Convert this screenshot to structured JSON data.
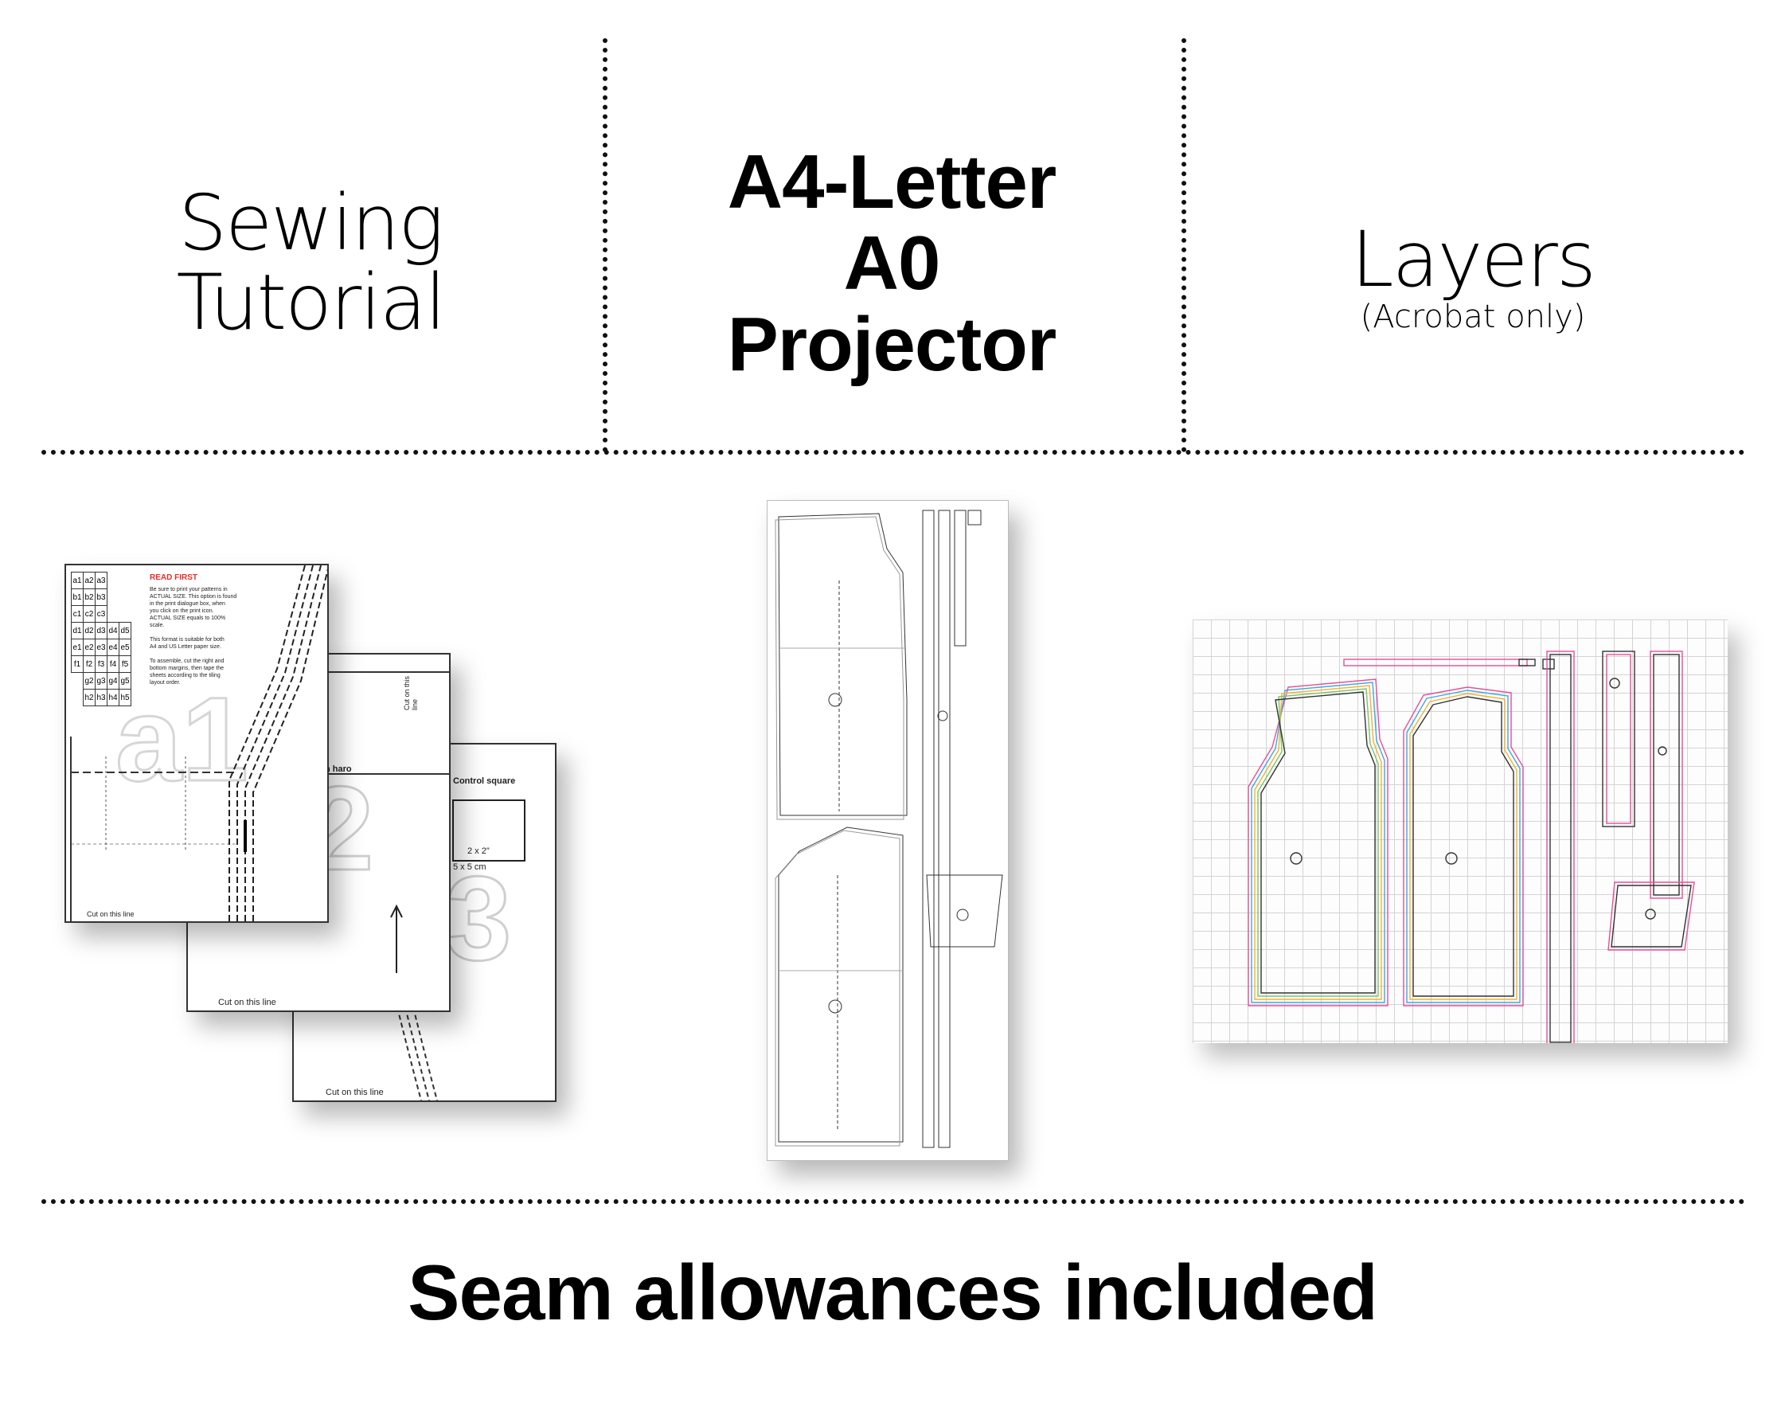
{
  "features": {
    "sewing_tutorial": [
      "Sewing",
      "Tutorial"
    ],
    "formats": [
      "A4-Letter",
      "A0",
      "Projector"
    ],
    "layers": {
      "title": "Layers",
      "note": "(Acrobat only)"
    }
  },
  "footer": {
    "tagline": "Seam allowances included"
  },
  "tiled_preview": {
    "page1": {
      "heading": "READ FIRST",
      "instructions": [
        "Be sure to print your patterns in",
        "ACTUAL SIZE. This option is found",
        "in the print dialogue box, when",
        "you click on the print icon.",
        "ACTUAL SIZE equals to 100% scale.",
        "",
        "This format is suitable for both",
        "A4 and US Letter paper size.",
        "",
        "To assemble, cut the right and",
        "bottom margins, then tape the",
        "sheets according to the tiling",
        "layout order."
      ],
      "grid": [
        [
          "a1",
          "a2",
          "a3",
          "",
          ""
        ],
        [
          "b1",
          "b2",
          "b3",
          "",
          ""
        ],
        [
          "c1",
          "c2",
          "c3",
          "",
          ""
        ],
        [
          "d1",
          "d2",
          "d3",
          "d4",
          "d5"
        ],
        [
          "e1",
          "e2",
          "e3",
          "e4",
          "e5"
        ],
        [
          "f1",
          "f2",
          "f3",
          "f4",
          "f5"
        ],
        [
          "",
          "g2",
          "g3",
          "g4",
          "g5"
        ],
        [
          "",
          "h2",
          "h3",
          "h4",
          "h5"
        ]
      ],
      "watermark": "a1",
      "cut_label": "Cut on this line"
    },
    "page2": {
      "watermark": "2",
      "cut_label": "Cut on this line",
      "side_label": "Cut on this line",
      "piece_label": "n haro"
    },
    "page3": {
      "watermark": "3",
      "cut_label": "Cut on this line",
      "control_title": "Control square",
      "size_in": "2 x 2\"",
      "size_cm": "5 x 5 cm"
    }
  },
  "colors": {
    "text": "#000000",
    "heading_red": "#e0312b",
    "divider": "#111111",
    "grid": "#d4d4d4"
  }
}
